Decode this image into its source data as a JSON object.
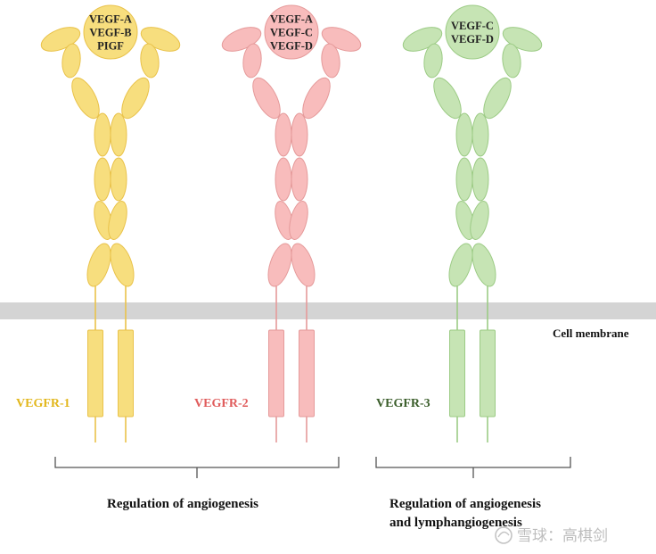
{
  "membrane": {
    "label": "Cell membrane",
    "color": "#d4d4d4"
  },
  "receptors": [
    {
      "name": "VEGFR-1",
      "color": "#f7de7e",
      "stroke": "#e9c24a",
      "label_color": "#e2b71c",
      "ligands": [
        "VEGF-A",
        "VEGF-B",
        "PIGF"
      ]
    },
    {
      "name": "VEGFR-2",
      "color": "#f8bcbc",
      "stroke": "#e59a9a",
      "label_color": "#e05c5c",
      "ligands": [
        "VEGF-A",
        "VEGF-C",
        "VEGF-D"
      ]
    },
    {
      "name": "VEGFR-3",
      "color": "#c6e4b4",
      "stroke": "#9ccb85",
      "label_color": "#3b5e2b",
      "ligands": [
        "VEGF-C",
        "VEGF-D"
      ]
    }
  ],
  "regulation": [
    {
      "lines": [
        "Regulation of angiogenesis"
      ]
    },
    {
      "lines": [
        "Regulation of angiogenesis",
        "and lymphangiogenesis"
      ]
    }
  ],
  "watermark": {
    "text": "雪球：高棋剑"
  }
}
